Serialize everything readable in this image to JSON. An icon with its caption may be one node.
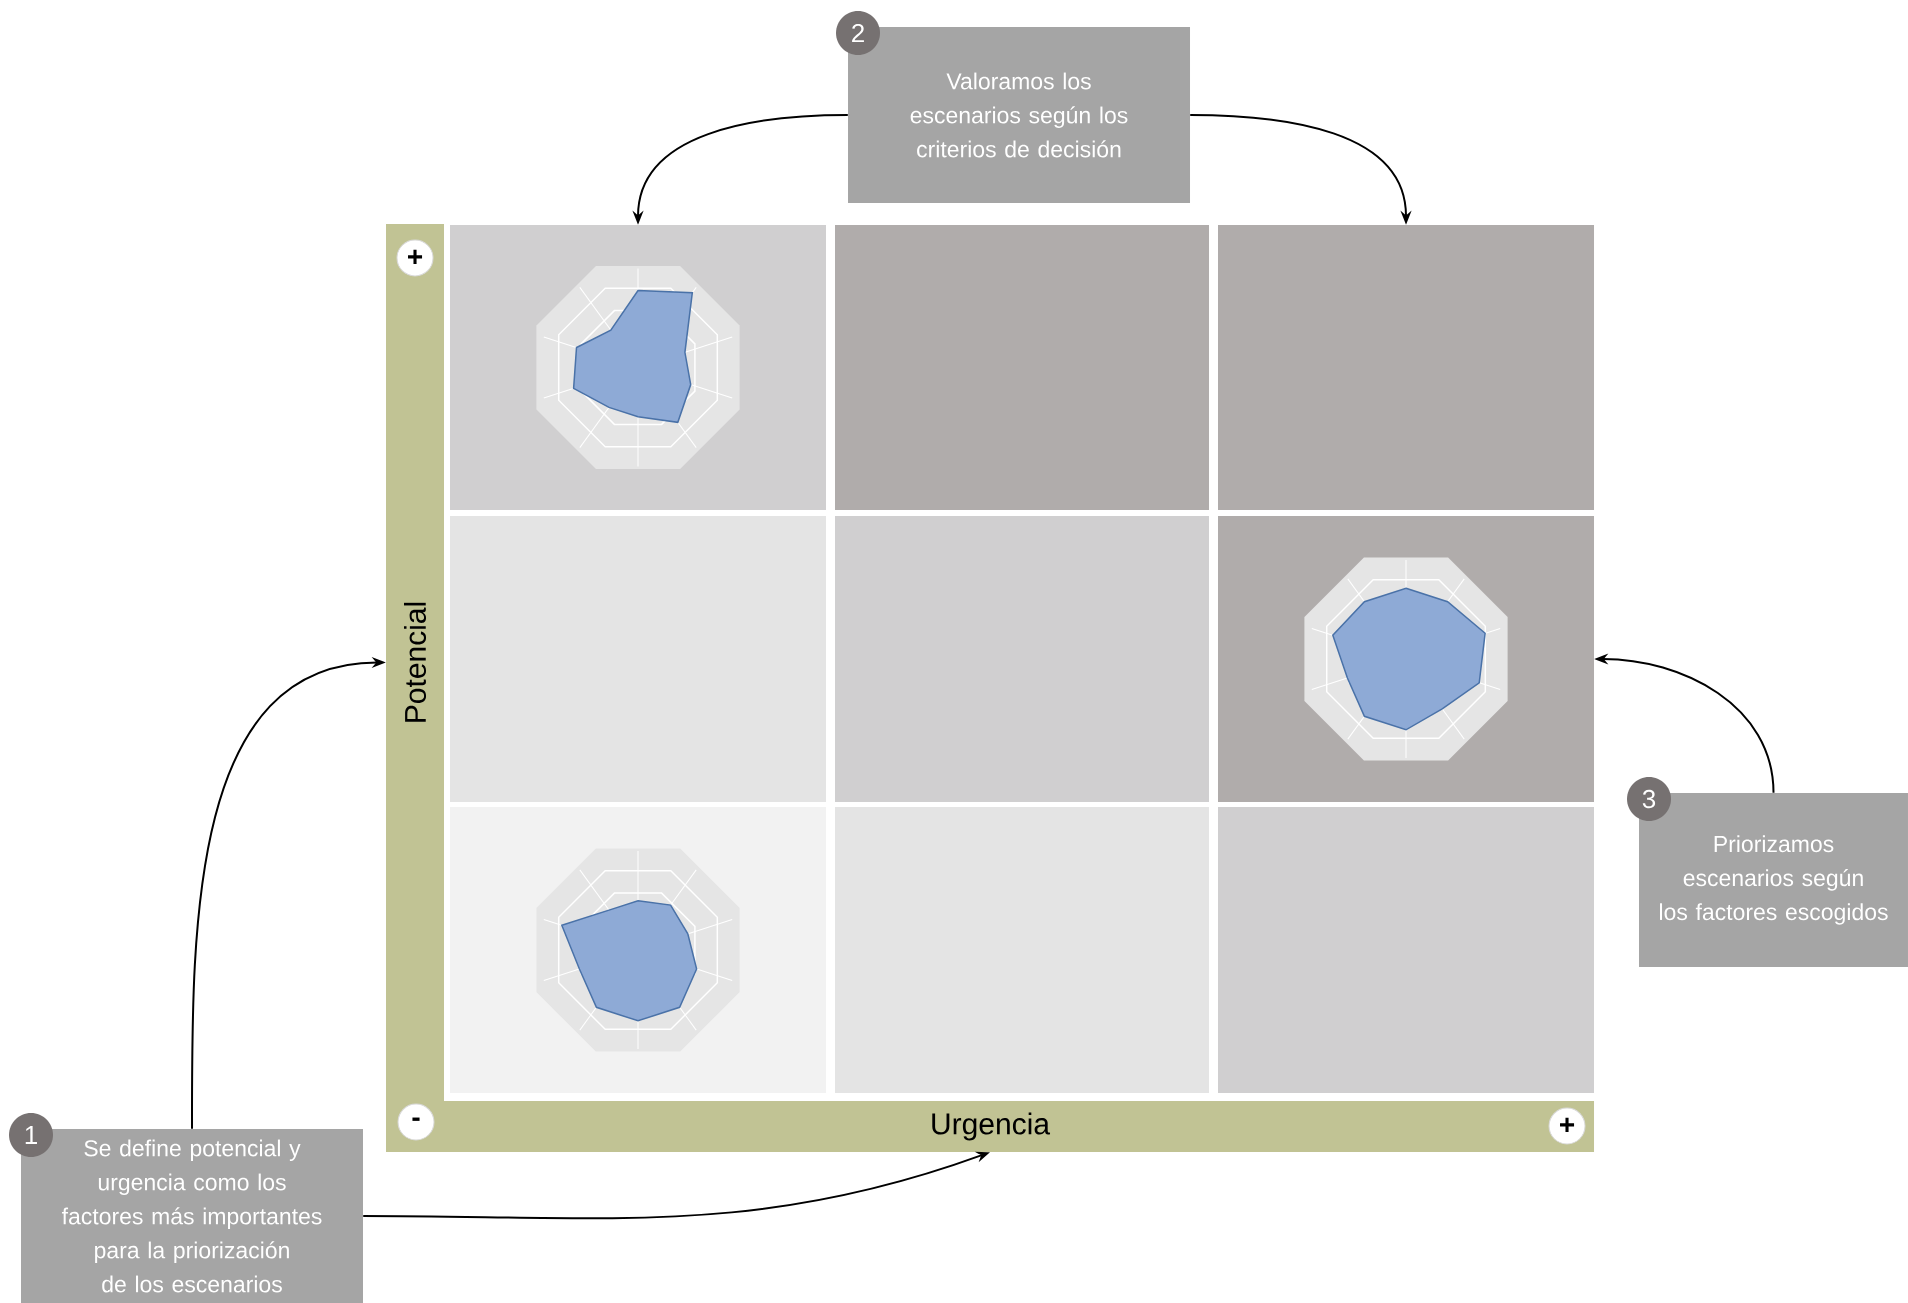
{
  "diagram": {
    "nodes": [
      {
        "text": [
          "1",
          "Se define potencial y urgencia como los factores más importantes para la priorización de los escenarios"
        ]
      },
      {
        "text": [
          "2",
          "Valoramos los escenarios según los criterios de decisión"
        ]
      },
      {
        "text": [
          "3",
          "Priorizamos escenarios según los factores escogidos"
        ]
      },
      {
        "text": [
          "Potencial"
        ]
      },
      {
        "text": [
          "Urgencia"
        ]
      },
      {
        "text": [],
        "shape": "box"
      },
      {
        "text": [],
        "shape": "box"
      },
      {
        "text": [],
        "shape": "box"
      },
      {
        "text": [],
        "shape": "box"
      },
      {
        "text": [],
        "shape": "box"
      },
      {
        "text": [],
        "shape": "box"
      },
      {
        "text": [],
        "shape": "box"
      },
      {
        "text": [],
        "shape": "box"
      },
      {
        "text": [],
        "shape": "box"
      }
    ],
    "edges": [
      {
        "from": 0,
        "to": 3,
        "arrow": "to"
      },
      {
        "from": 0,
        "to": 4,
        "arrow": "to"
      },
      {
        "from": 1,
        "to": 5,
        "arrow": "to"
      },
      {
        "from": 1,
        "to": 7,
        "arrow": "to"
      },
      {
        "from": 2,
        "to": 10,
        "arrow": "to"
      }
    ],
    "labels": [
      "+",
      "-",
      "+"
    ]
  }
}
